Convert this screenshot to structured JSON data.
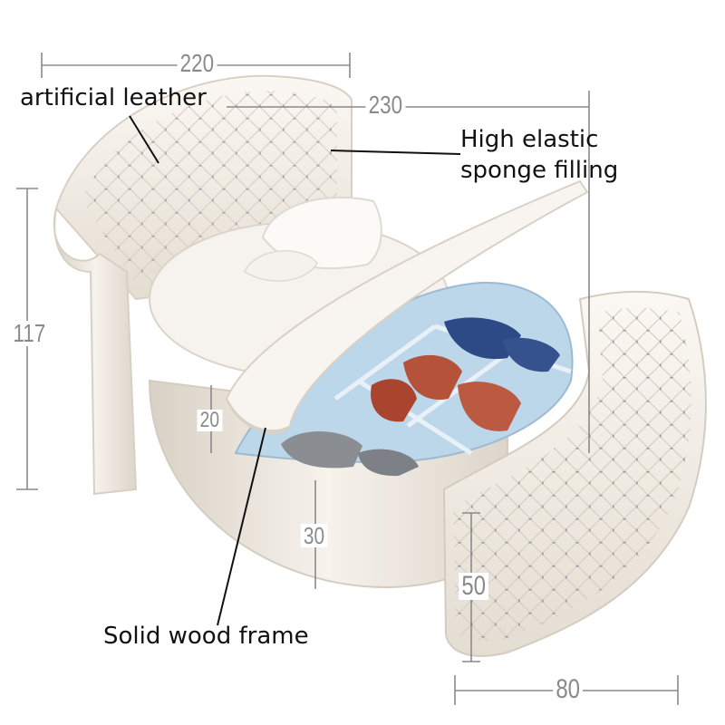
{
  "labels": {
    "artificial_leather": "artificial leather",
    "high_elastic_line1": "High elastic",
    "high_elastic_line2": "sponge filling",
    "solid_wood_frame": "Solid wood frame"
  },
  "dimensions": {
    "width": "220",
    "length": "230",
    "height": "117",
    "storage_depth": "20",
    "base_height": "30",
    "bench_height": "50",
    "bench_width": "80"
  },
  "colors": {
    "leather": "#f3efe8",
    "storage_blue": "#bcd6ea",
    "towel_red": "#b5523a",
    "towel_navy": "#2e4a86",
    "towel_grey": "#8a8d92",
    "dimension_grey": "#8a8a8a"
  }
}
